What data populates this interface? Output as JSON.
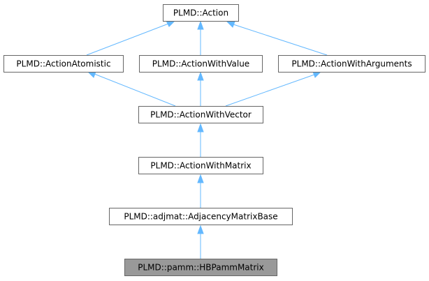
{
  "diagram": {
    "type": "inheritance-graph",
    "edge_color": "#63b8ff",
    "node_border_color": "#666666",
    "highlight_fill": "#999999",
    "nodes": [
      {
        "id": "action",
        "label": "PLMD::Action"
      },
      {
        "id": "atomistic",
        "label": "PLMD::ActionAtomistic"
      },
      {
        "id": "withvalue",
        "label": "PLMD::ActionWithValue"
      },
      {
        "id": "witharguments",
        "label": "PLMD::ActionWithArguments"
      },
      {
        "id": "withvector",
        "label": "PLMD::ActionWithVector"
      },
      {
        "id": "withmatrix",
        "label": "PLMD::ActionWithMatrix"
      },
      {
        "id": "adjacency",
        "label": "PLMD::adjmat::AdjacencyMatrixBase"
      },
      {
        "id": "hbpamm",
        "label": "PLMD::pamm::HBPammMatrix",
        "highlighted": true
      }
    ],
    "edges": [
      {
        "from": "atomistic",
        "to": "action"
      },
      {
        "from": "withvalue",
        "to": "action"
      },
      {
        "from": "witharguments",
        "to": "action"
      },
      {
        "from": "withvector",
        "to": "atomistic"
      },
      {
        "from": "withvector",
        "to": "withvalue"
      },
      {
        "from": "withvector",
        "to": "witharguments"
      },
      {
        "from": "withmatrix",
        "to": "withvector"
      },
      {
        "from": "adjacency",
        "to": "withmatrix"
      },
      {
        "from": "hbpamm",
        "to": "adjacency"
      }
    ]
  }
}
